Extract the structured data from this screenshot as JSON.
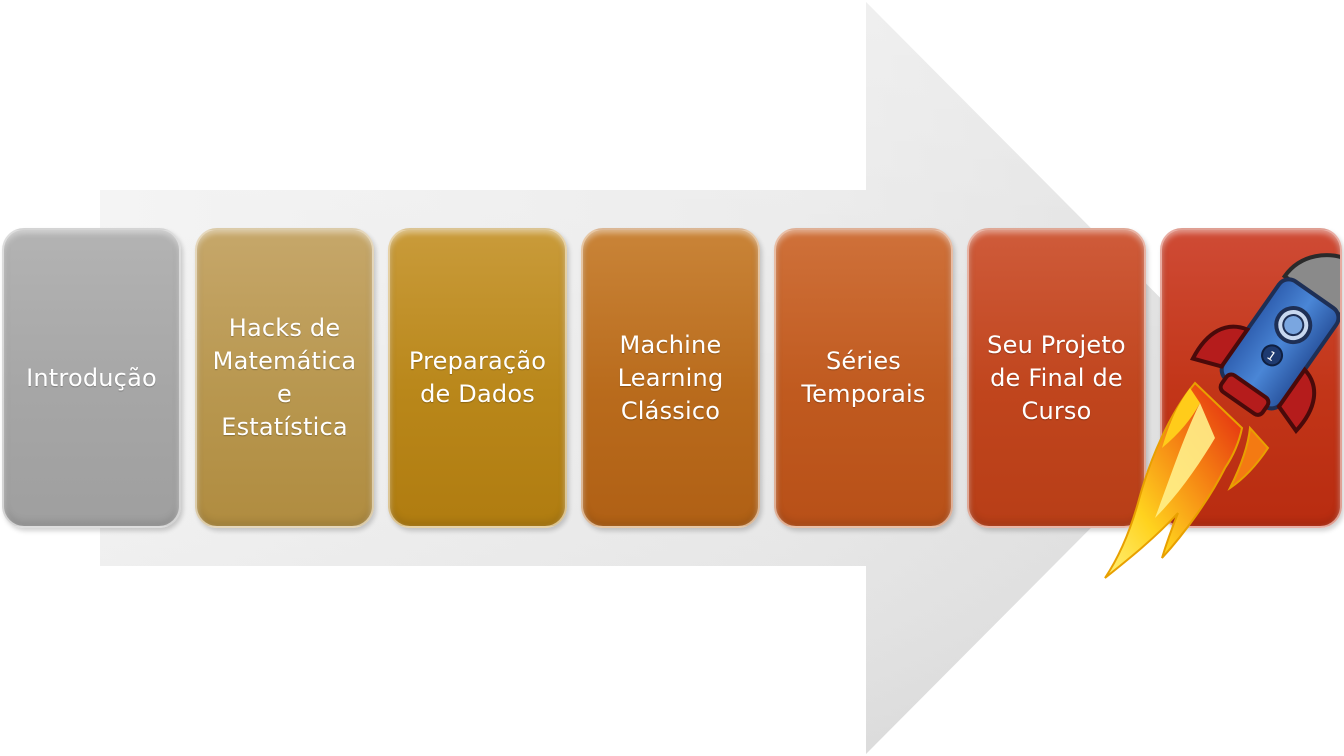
{
  "steps": [
    {
      "label": "Introdução"
    },
    {
      "label": "Hacks de\nMatemática\ne\nEstatística"
    },
    {
      "label": "Preparação\nde Dados"
    },
    {
      "label": "Machine\nLearning\nClássico"
    },
    {
      "label": "Séries\nTemporais"
    },
    {
      "label": "Seu Projeto\nde Final de\nCurso"
    },
    {
      "label": ""
    }
  ],
  "rocket": {
    "number": "1",
    "icon": "rocket-icon"
  },
  "colors": {
    "arrow": "#e8e8e8",
    "step_1": "#a6a6a6",
    "step_2": "#b8974f",
    "step_3": "#b9871a",
    "step_4": "#b96b1c",
    "step_5": "#c05a1f",
    "step_6": "#c0451d",
    "step_7": "#c23518",
    "rocket_body": "#3f77c8",
    "rocket_fins": "#b51c1c",
    "rocket_nose": "#8a8a8a"
  }
}
